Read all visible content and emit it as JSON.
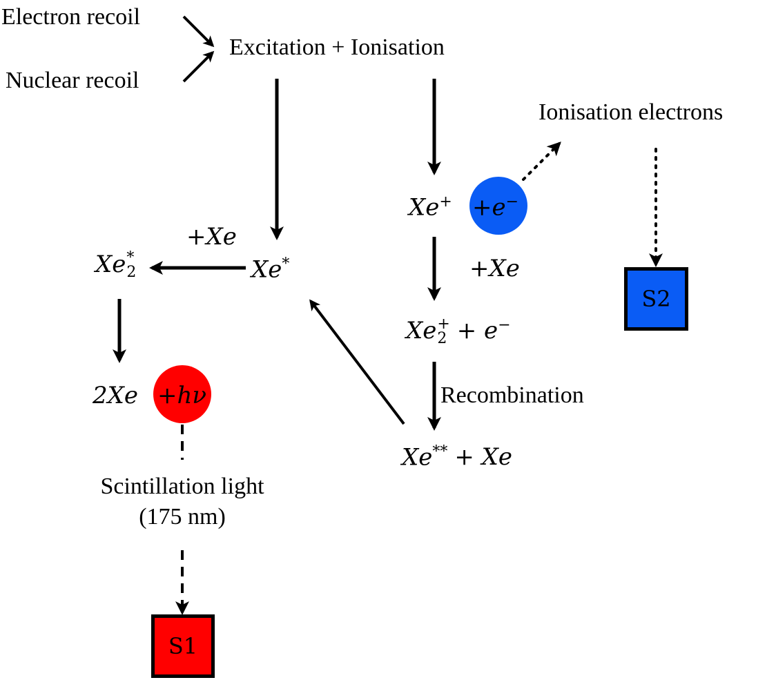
{
  "colors": {
    "blue": "#0a5cf5",
    "red": "#ff0000",
    "ink": "#000000"
  },
  "sources": {
    "electron": "Electron recoil",
    "nuclear": "Nuclear recoil"
  },
  "process": "Excitation + Ionisation",
  "ionisation_electrons": "Ionisation electrons",
  "plus_xe_top": "+Xe",
  "xe_star": {
    "base": "Xe",
    "sup": "*"
  },
  "xe2_star": {
    "base": "Xe",
    "sub": "2",
    "sup": "*"
  },
  "xe_plus": {
    "base": "Xe",
    "sup": "+"
  },
  "electron_circle": {
    "text": "+e",
    "sup": "−"
  },
  "plus_xe_right": "+Xe",
  "xe2_plus": {
    "base": "Xe",
    "sub": "2",
    "sup": "+",
    "tail": "+ e",
    "tail_sup": "−"
  },
  "recombination": "Recombination",
  "xe_star_star": {
    "base": "Xe",
    "sup": "**",
    "tail": "+ Xe"
  },
  "two_xe": "2Xe",
  "photon_circle": "+hν",
  "scintillation": {
    "line1": "Scintillation light",
    "line2": "(175 nm)"
  },
  "s1": "S1",
  "s2": "S2"
}
